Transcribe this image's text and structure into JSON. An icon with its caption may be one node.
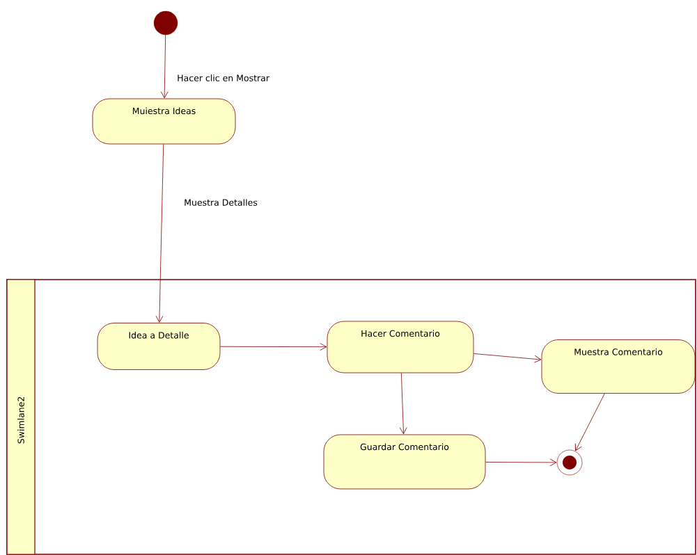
{
  "diagram": {
    "nodes": [
      {
        "text": [],
        "shape": "circle"
      },
      {
        "text": [
          "Muiestra Ideas"
        ]
      },
      {
        "text": [
          "Swimlane2"
        ]
      },
      {
        "text": [
          "Idea a Detalle"
        ],
        "in": 2
      },
      {
        "text": [
          "Hacer Comentario"
        ],
        "in": 2
      },
      {
        "text": [
          "Muestra Comentario"
        ],
        "in": 2
      },
      {
        "text": [
          "Guardar Comentario"
        ],
        "in": 2
      },
      {
        "text": [],
        "shape": "bullseye",
        "in": 2
      }
    ],
    "edges": [
      {
        "from": 0,
        "to": 1,
        "arrow": "to",
        "label": "Hacer clic en Mostrar"
      },
      {
        "from": 1,
        "to": 3,
        "arrow": "to",
        "label": "Muestra Detalles"
      },
      {
        "from": 3,
        "to": 4,
        "arrow": "to"
      },
      {
        "from": 4,
        "to": 5,
        "arrow": "to"
      },
      {
        "from": 4,
        "to": 6,
        "arrow": "to"
      },
      {
        "from": 5,
        "to": 7,
        "arrow": "to"
      },
      {
        "from": 6,
        "to": 7,
        "arrow": "to"
      }
    ]
  }
}
